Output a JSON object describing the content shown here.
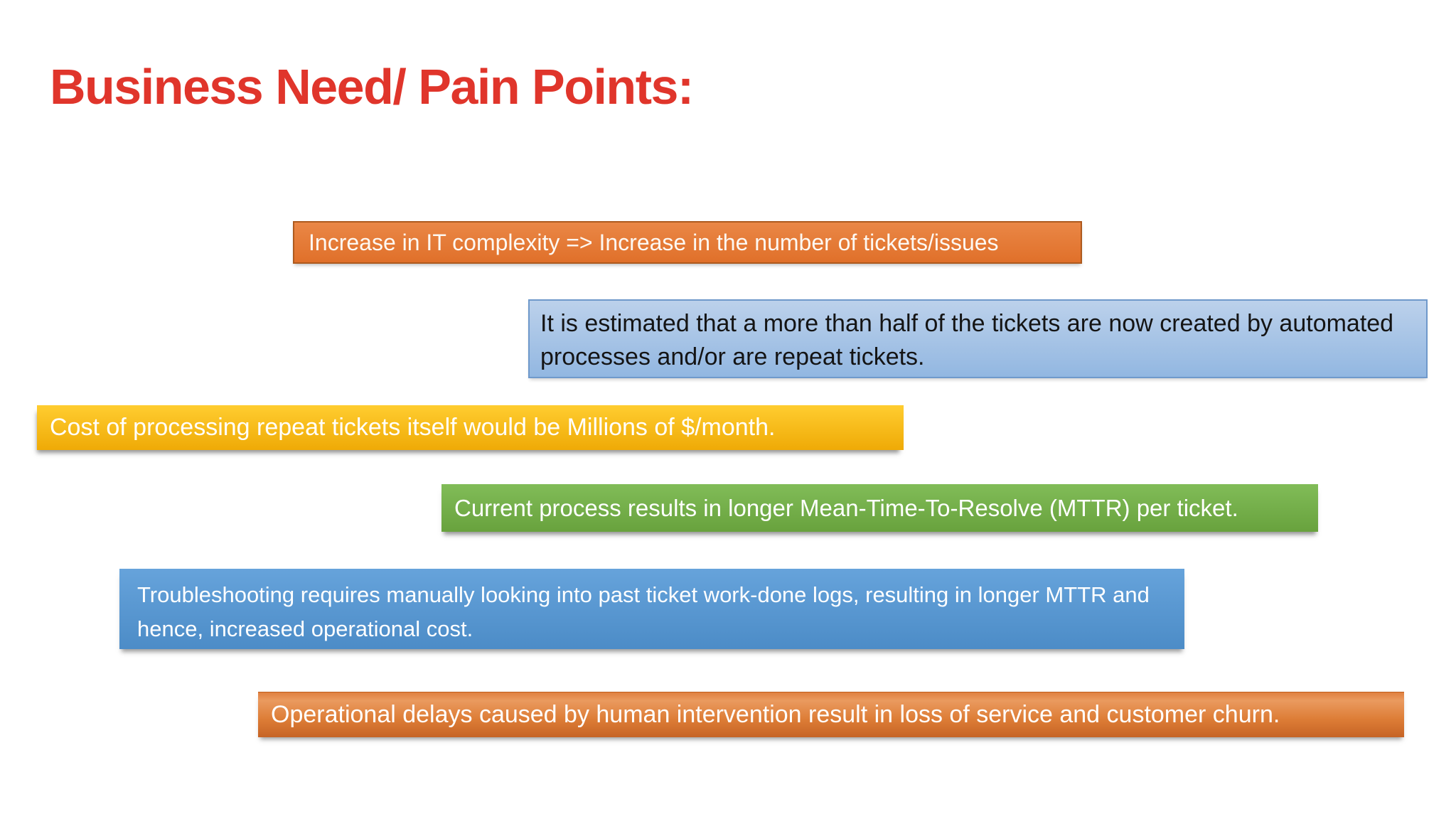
{
  "slide": {
    "title": "Business Need/ Pain Points:",
    "title_color": "#E0352B",
    "background_color": "#FFFFFF"
  },
  "boxes": [
    {
      "id": "increase-complexity",
      "text": "Increase in IT complexity => Increase in the number of tickets/issues",
      "fill": "#E87E3E",
      "border": "#AD5A1E",
      "text_color": "#FFFFFF"
    },
    {
      "id": "automated-tickets",
      "text": "It is estimated that a more than half of the tickets are now created by automated processes and/or are repeat tickets.",
      "fill": "#A7C4E7",
      "border": "#6F99CB",
      "text_color": "#141414"
    },
    {
      "id": "cost-repeat-tickets",
      "text": "Cost of processing repeat tickets itself would be Millions of $/month.",
      "fill": "#F7B91B",
      "text_color": "#FFFFFF"
    },
    {
      "id": "longer-mttr",
      "text": "Current process results in longer Mean-Time-To-Resolve (MTTR) per ticket.",
      "fill": "#74AF4A",
      "text_color": "#FFFFFF"
    },
    {
      "id": "troubleshooting-manual",
      "text": "Troubleshooting requires manually looking into past ticket work-done logs, resulting in longer MTTR and hence, increased operational cost.",
      "fill": "#5997D1",
      "text_color": "#FFFFFF"
    },
    {
      "id": "operational-delays",
      "text": "Operational delays caused by human intervention result in loss of service and customer churn.",
      "fill": "#D67731",
      "text_color": "#FFFFFF"
    }
  ]
}
